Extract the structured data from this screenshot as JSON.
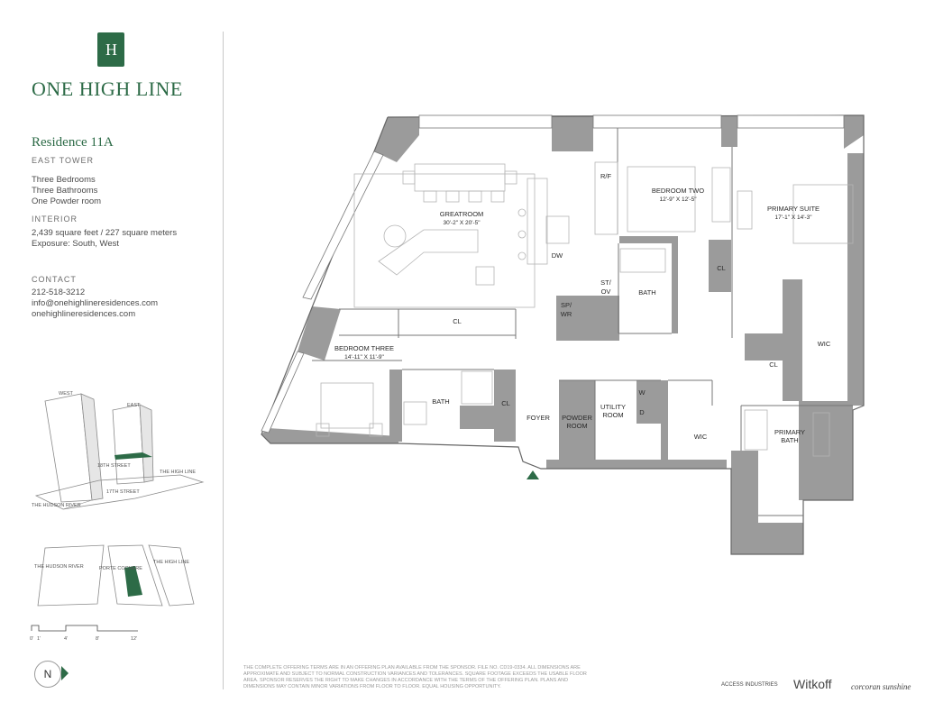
{
  "logo": {
    "monogram": "H",
    "brand": "ONE HIGH LINE"
  },
  "residence": {
    "title": "Residence 11A",
    "tower": "EAST TOWER",
    "rooms": [
      "Three Bedrooms",
      "Three Bathrooms",
      "One Powder room"
    ]
  },
  "interior": {
    "label": "INTERIOR",
    "area": "2,439 square feet / 227 square meters",
    "exposure": "Exposure: South, West"
  },
  "contact": {
    "label": "CONTACT",
    "phone": "212-518-3212",
    "email": "info@onehighlineresidences.com",
    "website": "onehighlineresidences.com"
  },
  "plan": {
    "rooms": {
      "greatroom": {
        "name": "GREATROOM",
        "dim": "30'-2\" X 20'-5\""
      },
      "bedroom_two": {
        "name": "BEDROOM TWO",
        "dim": "12'-9\" X 12'-5\""
      },
      "primary_suite": {
        "name": "PRIMARY SUITE",
        "dim": "17'-1\" X 14'-3\""
      },
      "bedroom_three": {
        "name": "BEDROOM THREE",
        "dim": "14'-11\" X 11'-9\""
      },
      "rf": "R/F",
      "dw": "DW",
      "stov": [
        "ST/",
        "OV"
      ],
      "spwr": [
        "SP/",
        "WR"
      ],
      "bath_1": "BATH",
      "bath_2": "BATH",
      "cl_1": "CL",
      "cl_2": "CL",
      "cl_3": "CL",
      "cl_4": "CL",
      "wic_1": "WIC",
      "wic_2": "WIC",
      "foyer": "FOYER",
      "powder": [
        "POWDER",
        "ROOM"
      ],
      "utility": [
        "UTILITY",
        "ROOM"
      ],
      "w": "W",
      "d": "D",
      "primary_bath": [
        "PRIMARY",
        "BATH"
      ]
    }
  },
  "key_plan": {
    "labels": [
      "WEST",
      "EAST",
      "THE HIGH LINE",
      "18TH STREET",
      "17TH STREET",
      "THE HUDSON RIVER"
    ],
    "site_labels": [
      "THE HUDSON RIVER",
      "PORTE COCHERE",
      "THE HIGH LINE"
    ]
  },
  "scale": {
    "ticks": [
      "0'",
      "1'",
      "4'",
      "8'",
      "12'"
    ]
  },
  "compass": {
    "letter": "N"
  },
  "footnote": "THE COMPLETE OFFERING TERMS ARE IN AN OFFERING PLAN AVAILABLE FROM THE SPONSOR. FILE NO. CD19-0334. ALL DIMENSIONS ARE APPROXIMATE AND SUBJECT TO NORMAL CONSTRUCTION VARIANCES AND TOLERANCES. SQUARE FOOTAGE EXCEEDS THE USABLE FLOOR AREA. SPONSOR RESERVES THE RIGHT TO MAKE CHANGES IN ACCORDANCE WITH THE TERMS OF THE OFFERING PLAN. PLANS AND DIMENSIONS MAY CONTAIN MINOR VARIATIONS FROM FLOOR TO FLOOR. EQUAL HOUSING OPPORTUNITY.",
  "partners": {
    "access": "ACCESS INDUSTRIES",
    "witkoff": "Witkoff",
    "corcoran": "corcoran sunshine"
  },
  "colors": {
    "brand_green": "#2d6b47",
    "wall_gray": "#9b9b9b",
    "furniture_gray": "#b5b5b5"
  }
}
